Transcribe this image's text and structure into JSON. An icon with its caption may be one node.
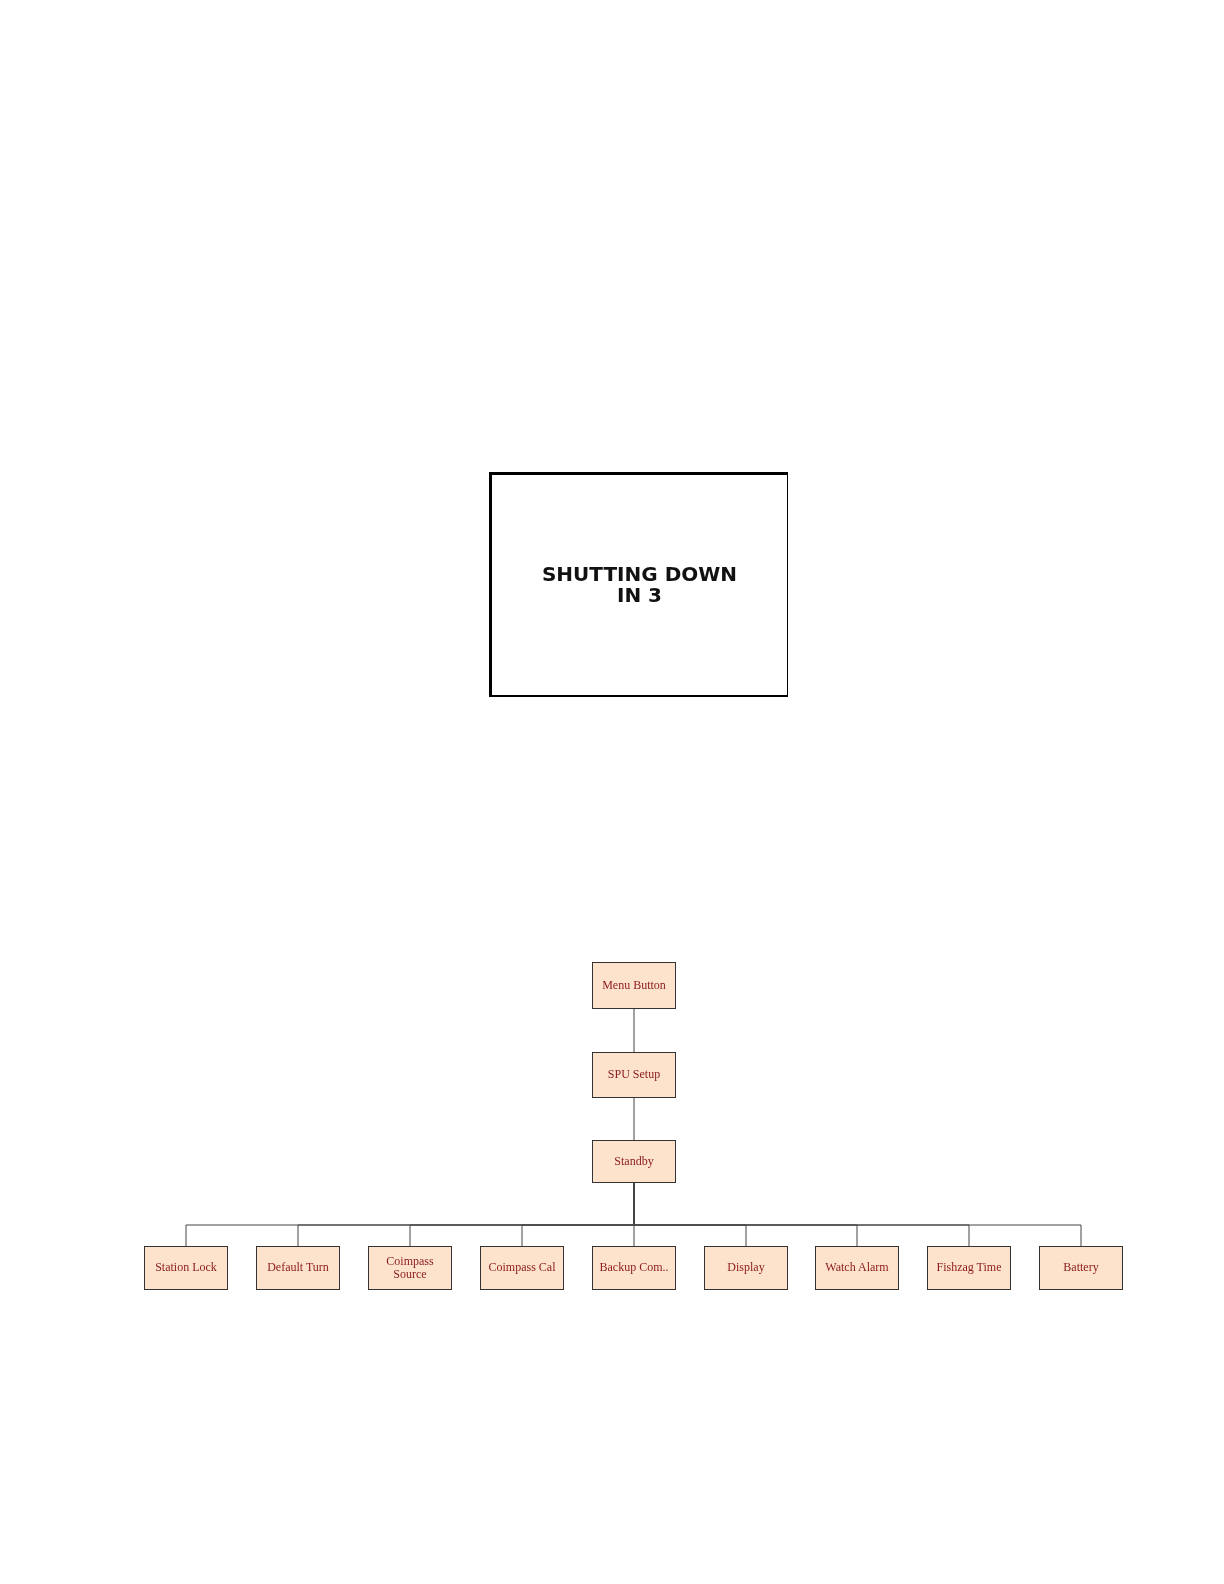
{
  "diagram": {
    "nodes": [
      {
        "text": [
          "SHUTTING DOWN IN 3"
        ]
      },
      {
        "text": [
          "Menu Button"
        ]
      },
      {
        "text": [
          "SPU Setup"
        ]
      },
      {
        "text": [
          "Standby"
        ]
      },
      {
        "text": [
          "Station Lock"
        ]
      },
      {
        "text": [
          "Default Turn"
        ]
      },
      {
        "text": [
          "Coimpass Source"
        ]
      },
      {
        "text": [
          "Coimpass Cal"
        ]
      },
      {
        "text": [
          "Backup Com.."
        ]
      },
      {
        "text": [
          "Display"
        ]
      },
      {
        "text": [
          "Watch Alarm"
        ]
      },
      {
        "text": [
          "Fishzag Time"
        ]
      },
      {
        "text": [
          "Battery"
        ]
      }
    ],
    "edges": [
      {
        "from": 1,
        "to": 2,
        "arrow": "none"
      },
      {
        "from": 2,
        "to": 3,
        "arrow": "none"
      },
      {
        "from": 3,
        "to": 4,
        "arrow": "none"
      },
      {
        "from": 3,
        "to": 5,
        "arrow": "none"
      },
      {
        "from": 3,
        "to": 6,
        "arrow": "none"
      },
      {
        "from": 3,
        "to": 7,
        "arrow": "none"
      },
      {
        "from": 3,
        "to": 8,
        "arrow": "none"
      },
      {
        "from": 3,
        "to": 9,
        "arrow": "none"
      },
      {
        "from": 3,
        "to": 10,
        "arrow": "none"
      },
      {
        "from": 3,
        "to": 11,
        "arrow": "none"
      },
      {
        "from": 3,
        "to": 12,
        "arrow": "none"
      }
    ]
  }
}
